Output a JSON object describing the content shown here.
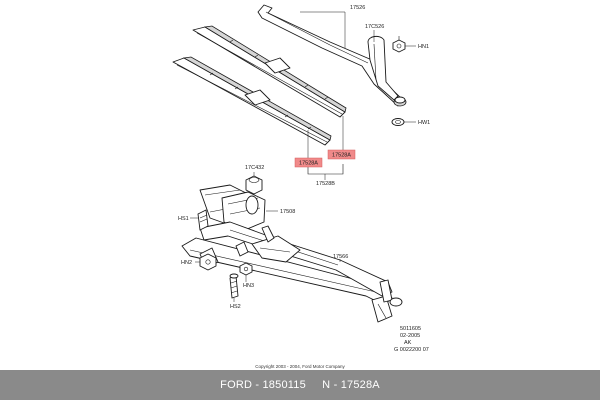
{
  "diagram": {
    "labels": {
      "p17526": "17526",
      "p17c526": "17C526",
      "hn1": "HN1",
      "hw1": "HW1",
      "p17528a_left": "17528A",
      "p17528a_right": "17528A",
      "p17528b": "17528B",
      "p17c432": "17C432",
      "p17508": "17508",
      "hs1": "HS1",
      "hn2": "HN2",
      "hn3": "HN3",
      "hs2": "HS2",
      "p17566": "17566"
    },
    "info_block": [
      "5011605",
      "02-2005",
      "AK",
      "G 0022200 07"
    ],
    "copyright": "Copyright 2003 - 2004, Ford Motor Company",
    "highlight_color": "#f08a8a"
  },
  "footer": {
    "text": "FORD - 1850115     N - 17528A",
    "background": "#8a8a8a",
    "text_color": "#ffffff"
  }
}
